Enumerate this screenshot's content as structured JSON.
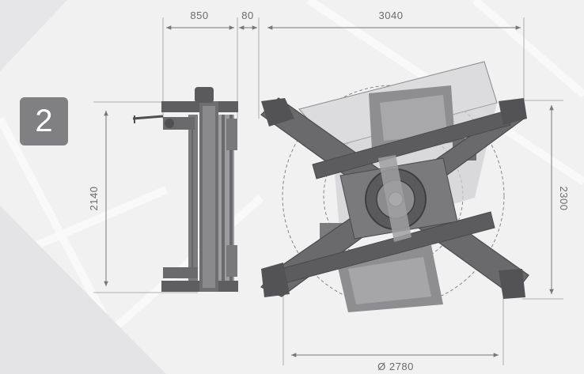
{
  "figure": {
    "number_badge": "2",
    "dimensions": {
      "side_width": "850",
      "gap": "80",
      "top_width": "3040",
      "side_height": "2140",
      "top_height": "2300",
      "diameter": "Ø 2780"
    }
  },
  "colors": {
    "background": "#f1f1f2",
    "badge": "#808083",
    "dimension_line": "#777777",
    "frame_dark": "#5e5e60",
    "frame_mid": "#8a8a8c",
    "panel_light": "#d9d9db"
  }
}
